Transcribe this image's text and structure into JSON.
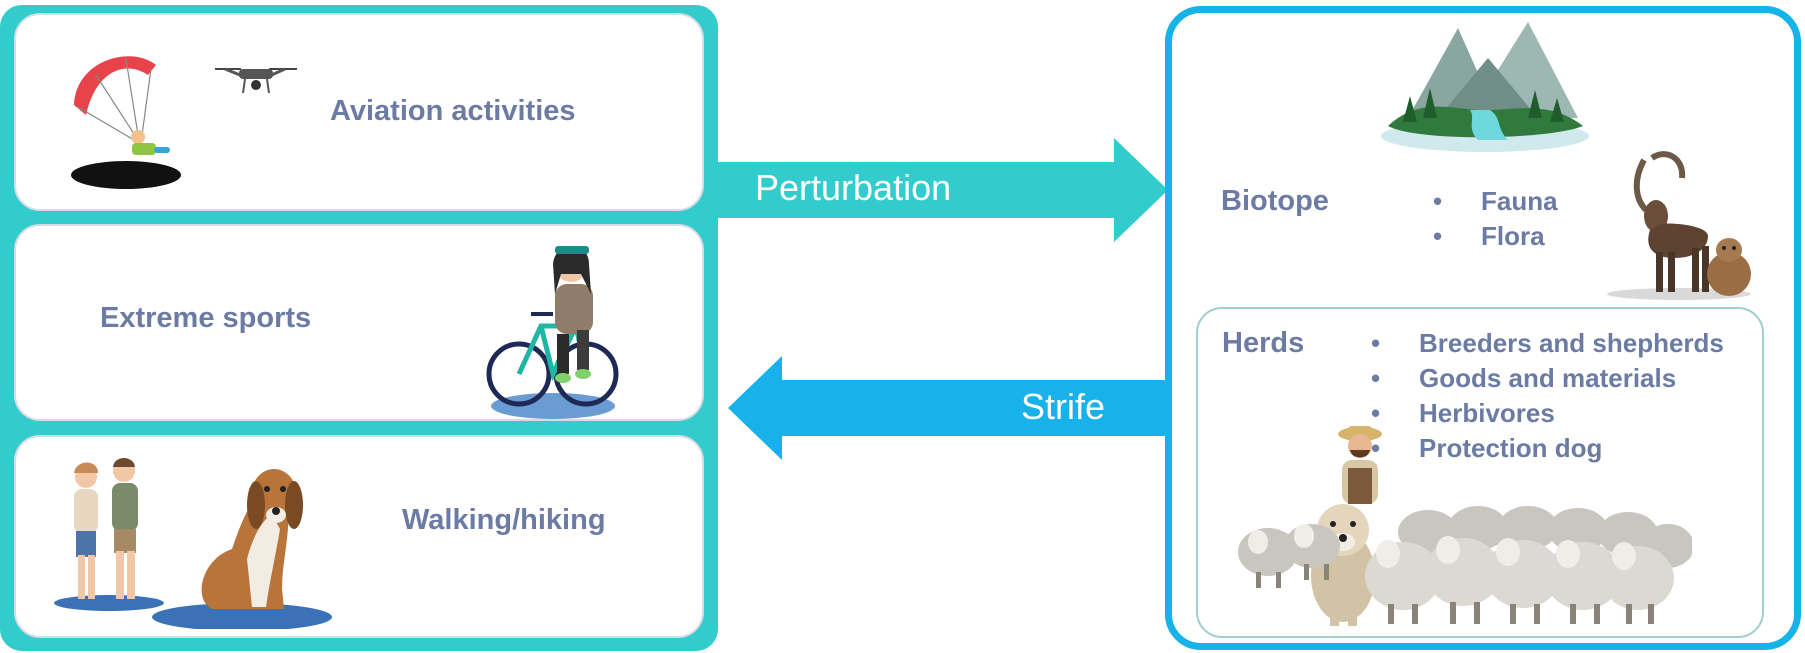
{
  "activities": [
    {
      "label": "Aviation activities",
      "icons": [
        "paraglider-icon",
        "drone-icon"
      ]
    },
    {
      "label": "Extreme sports",
      "icons": [
        "cyclist-icon"
      ]
    },
    {
      "label": "Walking/hiking",
      "icons": [
        "hikers-icon",
        "dog-icon"
      ]
    }
  ],
  "arrows": {
    "perturbation": "Perturbation",
    "strife": "Strife"
  },
  "biotope": {
    "title": "Biotope",
    "items": [
      "Fauna",
      "Flora"
    ],
    "icons": [
      "mountain-valley-icon",
      "ibex-icon",
      "marmot-icon"
    ]
  },
  "herds": {
    "title": "Herds",
    "items": [
      "Breeders and shepherds",
      "Goods and materials",
      "Herbivores",
      "Protection dog"
    ],
    "icons": [
      "shepherd-icon",
      "sheepdog-icon",
      "sheep-flock-icon"
    ]
  },
  "colors": {
    "teal": "#33cccc",
    "blue": "#17b2ea",
    "text": "#6b7ba3",
    "spot": "#3b72b7"
  }
}
